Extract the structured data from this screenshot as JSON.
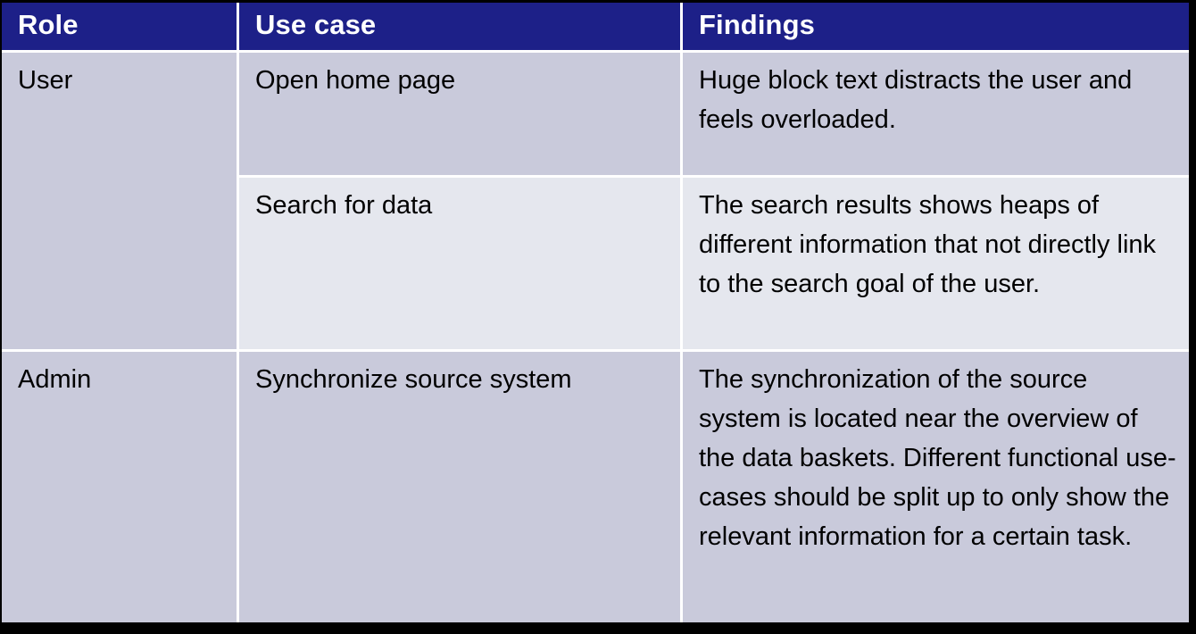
{
  "table": {
    "headers": [
      {
        "id": "role",
        "label": "Role"
      },
      {
        "id": "usecase",
        "label": "Use case"
      },
      {
        "id": "findings",
        "label": "Findings"
      }
    ],
    "groups": [
      {
        "role": "User",
        "rows": [
          {
            "use_case": "Open home page",
            "findings": "Huge block text distracts the user and feels overloaded.",
            "band": "a"
          },
          {
            "use_case": "Search for data",
            "findings": "The search results shows heaps of different information that not directly link to the search goal of the user.",
            "band": "b"
          }
        ]
      },
      {
        "role": "Admin",
        "rows": [
          {
            "use_case": "Synchronize source system",
            "findings": "The synchronization of the source system is located near the overview of the data baskets. Different functional use-cases should be split up to only show the relevant information for a certain task.",
            "band": "a"
          }
        ]
      }
    ]
  },
  "colors": {
    "header_background": "#1d2088",
    "header_text": "#ffffff",
    "band_a": "#c9cadb",
    "band_b": "#e5e7ee",
    "gridline": "#ffffff",
    "frame": "#000000",
    "body_text": "#000000"
  }
}
